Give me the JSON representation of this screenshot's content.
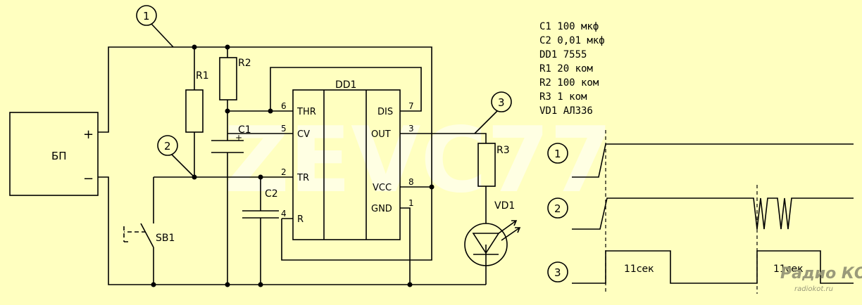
{
  "colors": {
    "background": "#FFFFC0",
    "line": "#000000",
    "watermark": "#FFFFFF"
  },
  "watermark": "ZEVC77",
  "logo": {
    "name": "Радио КОТ",
    "url": "radiokot.ru"
  },
  "power_supply": {
    "label": "БП",
    "plus": "+",
    "minus": "−"
  },
  "ic": {
    "name": "DD1",
    "left_pins": [
      {
        "num": "6",
        "label": "THR"
      },
      {
        "num": "5",
        "label": "CV"
      },
      {
        "num": "2",
        "label": "TR"
      },
      {
        "num": "4",
        "label": "R"
      }
    ],
    "right_pins": [
      {
        "num": "7",
        "label": "DIS"
      },
      {
        "num": "3",
        "label": "OUT"
      },
      {
        "num": "8",
        "label": "VCC"
      },
      {
        "num": "1",
        "label": "GND"
      }
    ]
  },
  "components": {
    "r1": "R1",
    "r2": "R2",
    "r3": "R3",
    "c1": "C1",
    "c1_plus": "+",
    "c2": "C2",
    "vd1": "VD1",
    "sb1": "SB1"
  },
  "test_points": [
    "1",
    "2",
    "3"
  ],
  "parts_list": [
    "C1  100 мкф",
    "C2  0,01 мкф",
    "DD1  7555",
    "R1  20 ком",
    "R2  100 ком",
    "R3  1 ком",
    "VD1  АЛ336"
  ],
  "timing": {
    "channels": [
      "1",
      "2",
      "3"
    ],
    "pulse_label": "11сек"
  }
}
